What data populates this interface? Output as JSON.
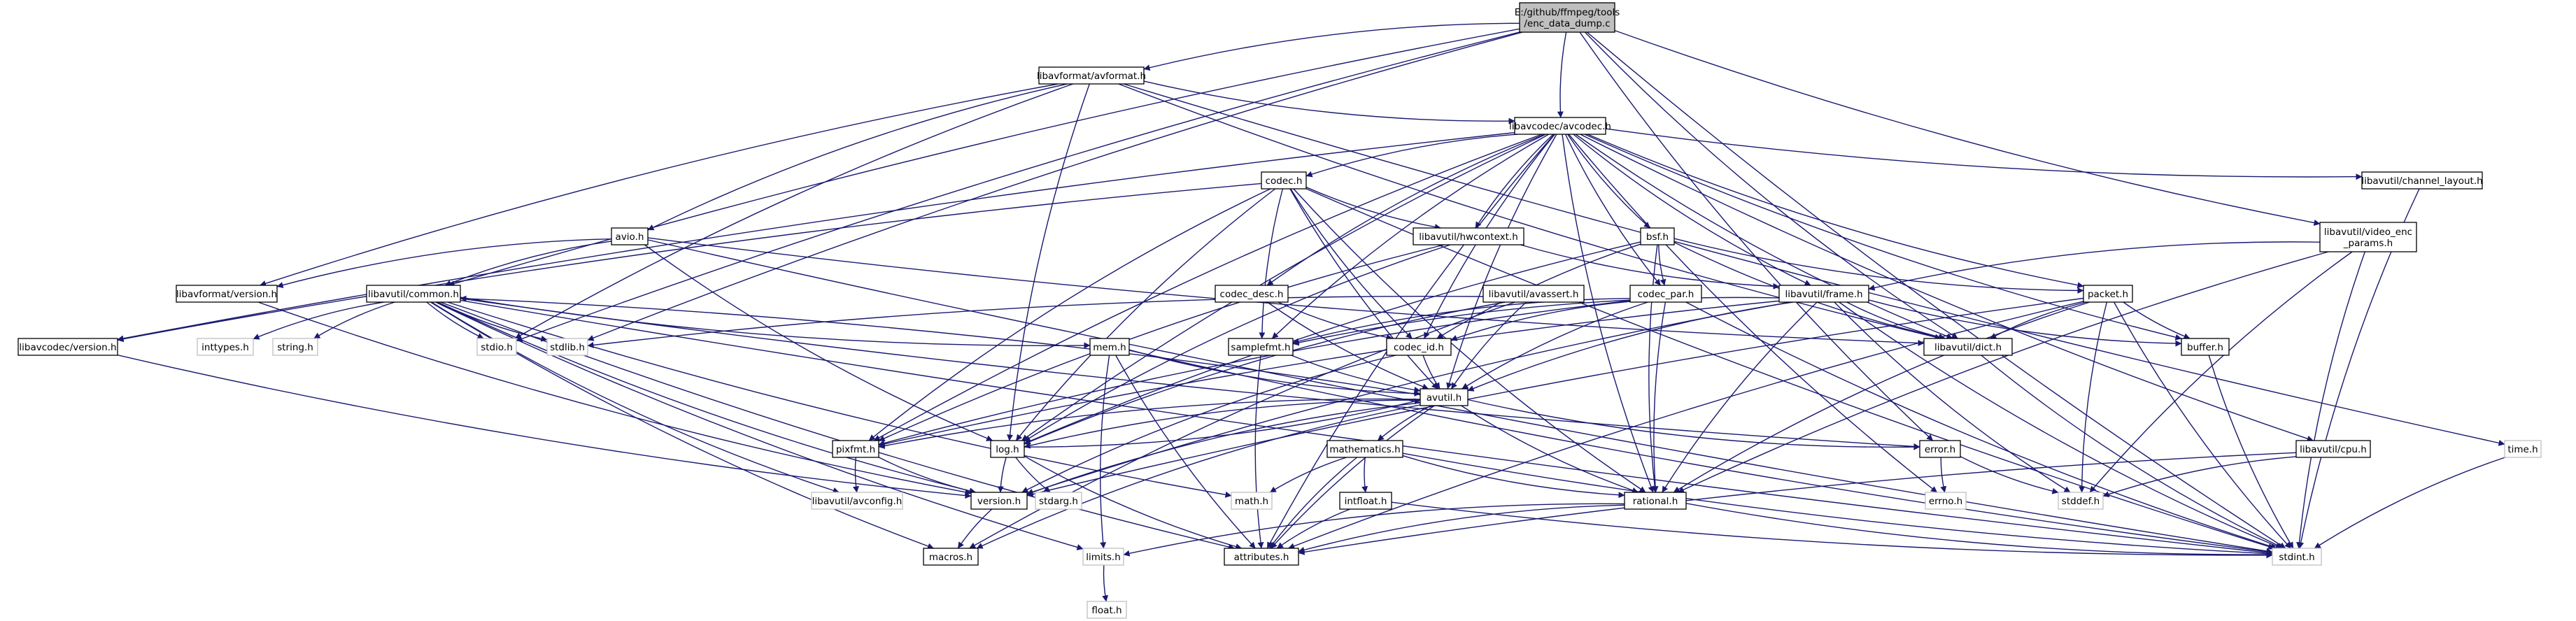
{
  "graph": {
    "title": "",
    "colors": {
      "edge": "#191970",
      "root_fill": "#bfbfbf",
      "node_border": "#000000",
      "ghost_border": "#bfbfbf",
      "background": "#ffffff"
    },
    "nodes": [
      {
        "id": "root",
        "label": "E:/github/ffmpeg/tools/enc_data_dump.c",
        "kind": "root"
      },
      {
        "id": "avformat",
        "label": "libavformat/avformat.h"
      },
      {
        "id": "avcodec",
        "label": "libavcodec/avcodec.h"
      },
      {
        "id": "codec",
        "label": "codec.h"
      },
      {
        "id": "avio",
        "label": "avio.h"
      },
      {
        "id": "lavfversion",
        "label": "libavformat/version.h"
      },
      {
        "id": "common",
        "label": "libavutil/common.h"
      },
      {
        "id": "lavcversion",
        "label": "libavcodec/version.h"
      },
      {
        "id": "inttypes",
        "label": "inttypes.h",
        "kind": "ghost"
      },
      {
        "id": "string",
        "label": "string.h",
        "kind": "ghost"
      },
      {
        "id": "stdio",
        "label": "stdio.h",
        "kind": "ghost"
      },
      {
        "id": "stdlib",
        "label": "stdlib.h",
        "kind": "ghost"
      },
      {
        "id": "mem",
        "label": "mem.h"
      },
      {
        "id": "hwcontext",
        "label": "libavutil/hwcontext.h"
      },
      {
        "id": "codecdesc",
        "label": "codec_desc.h"
      },
      {
        "id": "bsf",
        "label": "bsf.h"
      },
      {
        "id": "avassert",
        "label": "libavutil/avassert.h"
      },
      {
        "id": "codecpar",
        "label": "codec_par.h"
      },
      {
        "id": "frame",
        "label": "libavutil/frame.h"
      },
      {
        "id": "codecid",
        "label": "codec_id.h"
      },
      {
        "id": "samplefmt",
        "label": "samplefmt.h"
      },
      {
        "id": "avutil",
        "label": "avutil.h"
      },
      {
        "id": "pixfmt",
        "label": "pixfmt.h"
      },
      {
        "id": "log",
        "label": "log.h"
      },
      {
        "id": "avconfig",
        "label": "libavutil/avconfig.h",
        "kind": "ghost"
      },
      {
        "id": "version",
        "label": "version.h"
      },
      {
        "id": "macros",
        "label": "macros.h"
      },
      {
        "id": "stdarg",
        "label": "stdarg.h",
        "kind": "ghost"
      },
      {
        "id": "math",
        "label": "math.h",
        "kind": "ghost"
      },
      {
        "id": "mathematics",
        "label": "mathematics.h"
      },
      {
        "id": "intfloat",
        "label": "intfloat.h"
      },
      {
        "id": "limits",
        "label": "limits.h",
        "kind": "ghost"
      },
      {
        "id": "float",
        "label": "float.h",
        "kind": "ghost"
      },
      {
        "id": "attributes",
        "label": "attributes.h"
      },
      {
        "id": "rational",
        "label": "rational.h"
      },
      {
        "id": "error",
        "label": "error.h"
      },
      {
        "id": "errno",
        "label": "errno.h",
        "kind": "ghost"
      },
      {
        "id": "stddef",
        "label": "stddef.h",
        "kind": "ghost"
      },
      {
        "id": "dict",
        "label": "libavutil/dict.h"
      },
      {
        "id": "packet",
        "label": "packet.h"
      },
      {
        "id": "buffer",
        "label": "buffer.h"
      },
      {
        "id": "chlayout",
        "label": "libavutil/channel_layout.h"
      },
      {
        "id": "videnc",
        "label": "libavutil/video_enc_params.h"
      },
      {
        "id": "cpu",
        "label": "libavutil/cpu.h"
      },
      {
        "id": "time",
        "label": "time.h",
        "kind": "ghost"
      },
      {
        "id": "stdint",
        "label": "stdint.h",
        "kind": "ghost"
      }
    ],
    "edges": [
      [
        "root",
        "avformat"
      ],
      [
        "root",
        "avcodec"
      ],
      [
        "root",
        "common"
      ],
      [
        "root",
        "stdio"
      ],
      [
        "root",
        "stdlib"
      ],
      [
        "root",
        "dict"
      ],
      [
        "root",
        "videnc"
      ],
      [
        "root",
        "error"
      ],
      [
        "root",
        "stdint"
      ],
      [
        "avformat",
        "avcodec"
      ],
      [
        "avformat",
        "avio"
      ],
      [
        "avformat",
        "lavfversion"
      ],
      [
        "avformat",
        "stdio"
      ],
      [
        "avformat",
        "log"
      ],
      [
        "avformat",
        "dict"
      ],
      [
        "avformat",
        "time"
      ],
      [
        "avcodec",
        "codec"
      ],
      [
        "avcodec",
        "lavcversion"
      ],
      [
        "avcodec",
        "hwcontext"
      ],
      [
        "avcodec",
        "codecdesc"
      ],
      [
        "avcodec",
        "bsf"
      ],
      [
        "avcodec",
        "codecpar"
      ],
      [
        "avcodec",
        "frame"
      ],
      [
        "avcodec",
        "codecid"
      ],
      [
        "avcodec",
        "samplefmt"
      ],
      [
        "avcodec",
        "avutil"
      ],
      [
        "avcodec",
        "pixfmt"
      ],
      [
        "avcodec",
        "log"
      ],
      [
        "avcodec",
        "attributes"
      ],
      [
        "avcodec",
        "rational"
      ],
      [
        "avcodec",
        "dict"
      ],
      [
        "avcodec",
        "packet"
      ],
      [
        "avcodec",
        "buffer"
      ],
      [
        "avcodec",
        "chlayout"
      ],
      [
        "avcodec",
        "cpu"
      ],
      [
        "avcodec",
        "errno"
      ],
      [
        "codec",
        "hwcontext"
      ],
      [
        "codec",
        "samplefmt"
      ],
      [
        "codec",
        "avutil"
      ],
      [
        "codec",
        "pixfmt"
      ],
      [
        "codec",
        "log"
      ],
      [
        "codec",
        "rational"
      ],
      [
        "codec",
        "codecid"
      ],
      [
        "codec",
        "lavcversion"
      ],
      [
        "codec",
        "stdint"
      ],
      [
        "avio",
        "common"
      ],
      [
        "avio",
        "lavfversion"
      ],
      [
        "avio",
        "log"
      ],
      [
        "avio",
        "dict"
      ],
      [
        "avio",
        "stdint"
      ],
      [
        "lavfversion",
        "version"
      ],
      [
        "common",
        "inttypes"
      ],
      [
        "common",
        "string"
      ],
      [
        "common",
        "stdio"
      ],
      [
        "common",
        "stdlib"
      ],
      [
        "common",
        "mem"
      ],
      [
        "common",
        "attributes"
      ],
      [
        "common",
        "macros"
      ],
      [
        "common",
        "limits"
      ],
      [
        "common",
        "math"
      ],
      [
        "common",
        "avconfig"
      ],
      [
        "common",
        "version"
      ],
      [
        "common",
        "error"
      ],
      [
        "common",
        "stdint"
      ],
      [
        "lavcversion",
        "version"
      ],
      [
        "mem",
        "attributes"
      ],
      [
        "mem",
        "avutil"
      ],
      [
        "mem",
        "limits"
      ],
      [
        "mem",
        "stdint"
      ],
      [
        "hwcontext",
        "frame"
      ],
      [
        "hwcontext",
        "pixfmt"
      ],
      [
        "hwcontext",
        "log"
      ],
      [
        "codecdesc",
        "codecid"
      ],
      [
        "codecdesc",
        "avutil"
      ],
      [
        "bsf",
        "codecpar"
      ],
      [
        "bsf",
        "codecid"
      ],
      [
        "bsf",
        "dict"
      ],
      [
        "bsf",
        "log"
      ],
      [
        "bsf",
        "rational"
      ],
      [
        "bsf",
        "packet"
      ],
      [
        "avassert",
        "avutil"
      ],
      [
        "avassert",
        "log"
      ],
      [
        "avassert",
        "stdlib"
      ],
      [
        "avassert",
        "macros"
      ],
      [
        "codecpar",
        "codecid"
      ],
      [
        "codecpar",
        "avutil"
      ],
      [
        "codecpar",
        "pixfmt"
      ],
      [
        "codecpar",
        "rational"
      ],
      [
        "codecpar",
        "stdint"
      ],
      [
        "codecpar",
        "samplefmt"
      ],
      [
        "frame",
        "avutil"
      ],
      [
        "frame",
        "buffer"
      ],
      [
        "frame",
        "dict"
      ],
      [
        "frame",
        "rational"
      ],
      [
        "frame",
        "samplefmt"
      ],
      [
        "frame",
        "pixfmt"
      ],
      [
        "frame",
        "version"
      ],
      [
        "frame",
        "stdint"
      ],
      [
        "frame",
        "stddef"
      ],
      [
        "codecid",
        "avutil"
      ],
      [
        "codecid",
        "version"
      ],
      [
        "samplefmt",
        "avutil"
      ],
      [
        "samplefmt",
        "attributes"
      ],
      [
        "avutil",
        "common"
      ],
      [
        "avutil",
        "error"
      ],
      [
        "avutil",
        "rational"
      ],
      [
        "avutil",
        "version"
      ],
      [
        "avutil",
        "macros"
      ],
      [
        "avutil",
        "mathematics"
      ],
      [
        "avutil",
        "log"
      ],
      [
        "avutil",
        "pixfmt"
      ],
      [
        "avutil",
        "attributes"
      ],
      [
        "pixfmt",
        "avconfig"
      ],
      [
        "pixfmt",
        "version"
      ],
      [
        "log",
        "avutil"
      ],
      [
        "log",
        "attributes"
      ],
      [
        "log",
        "version"
      ],
      [
        "log",
        "stdarg"
      ],
      [
        "version",
        "macros"
      ],
      [
        "mathematics",
        "math"
      ],
      [
        "mathematics",
        "attributes"
      ],
      [
        "mathematics",
        "rational"
      ],
      [
        "mathematics",
        "intfloat"
      ],
      [
        "mathematics",
        "stdint"
      ],
      [
        "intfloat",
        "attributes"
      ],
      [
        "intfloat",
        "stdint"
      ],
      [
        "limits",
        "float"
      ],
      [
        "rational",
        "attributes"
      ],
      [
        "rational",
        "limits"
      ],
      [
        "rational",
        "stdint"
      ],
      [
        "error",
        "errno"
      ],
      [
        "error",
        "stddef"
      ],
      [
        "dict",
        "stdint"
      ],
      [
        "packet",
        "attributes"
      ],
      [
        "packet",
        "buffer"
      ],
      [
        "packet",
        "dict"
      ],
      [
        "packet",
        "rational"
      ],
      [
        "packet",
        "version"
      ],
      [
        "packet",
        "stdint"
      ],
      [
        "packet",
        "stddef"
      ],
      [
        "buffer",
        "stdint"
      ],
      [
        "chlayout",
        "stdint"
      ],
      [
        "videnc",
        "frame"
      ],
      [
        "videnc",
        "rational"
      ],
      [
        "videnc",
        "stdint"
      ],
      [
        "videnc",
        "stddef"
      ],
      [
        "cpu",
        "attributes"
      ],
      [
        "cpu",
        "stddef"
      ],
      [
        "time",
        "stdint"
      ]
    ]
  }
}
